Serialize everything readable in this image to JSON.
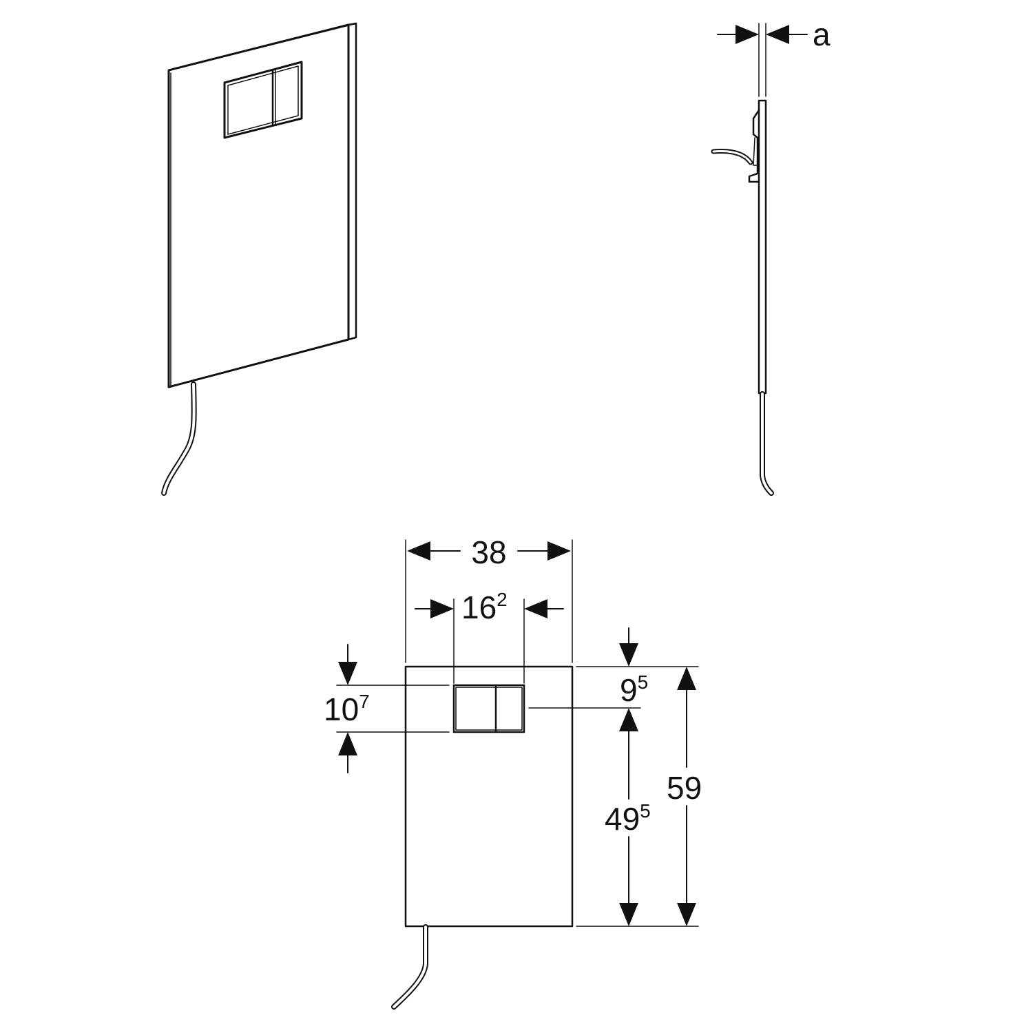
{
  "diagram": {
    "colors": {
      "line": "#111111",
      "background": "#ffffff"
    },
    "side_view": {
      "label_thickness": "a"
    },
    "front_view": {
      "width": {
        "value": "38",
        "sup": ""
      },
      "button_width": {
        "value": "16",
        "sup": "2"
      },
      "button_height": {
        "value": "10",
        "sup": "7"
      },
      "top_offset": {
        "value": "9",
        "sup": "5"
      },
      "bottom_offset": {
        "value": "49",
        "sup": "5"
      },
      "total_height": {
        "value": "59",
        "sup": ""
      }
    }
  }
}
